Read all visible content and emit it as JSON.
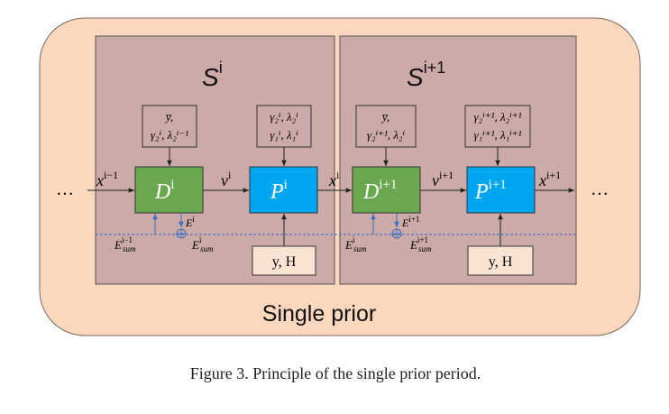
{
  "colors": {
    "outer_fill": "#fad7bd",
    "outer_stroke": "#7a6a5a",
    "stage_fill": "#cbaaa8",
    "stage_stroke": "#555555",
    "d_block": "#6aa84f",
    "p_block": "#00a6f0",
    "dashed_line": "#3b6fc2",
    "sum_node": "#3b6fc2"
  },
  "ellipsis_left": "…",
  "ellipsis_right": "…",
  "stage_i": {
    "title_base": "S",
    "title_sup": "i",
    "param_d": {
      "line1": "y̅,",
      "line2": "γ₂ⁱ, λ₂ⁱ⁻¹"
    },
    "param_p": {
      "line1": "γ₂ⁱ, λ₂ⁱ",
      "line2": "γ₁ⁱ, λ₁ⁱ"
    },
    "d_block": {
      "base": "D",
      "sup": "i"
    },
    "p_block": {
      "base": "P",
      "sup": "i"
    },
    "input_var": {
      "base": "x",
      "sup": "i−1"
    },
    "mid_var": {
      "base": "v",
      "sup": "i"
    },
    "err_label": {
      "base": "E",
      "sup": "i"
    },
    "sum_in": {
      "base": "E",
      "sup": "i−1",
      "sub": "sum"
    },
    "sum_out": {
      "base": "E",
      "sup": "i",
      "sub": "sum"
    },
    "yh": "y, H"
  },
  "stage_next": {
    "title_base": "S",
    "title_sup": "i+1",
    "param_d": {
      "line1": "y̅,",
      "line2": "γ₂ⁱ⁺¹, λ₂ⁱ"
    },
    "param_p": {
      "line1": "γ₂ⁱ⁺¹, λ₂ⁱ⁺¹",
      "line2": "γ₁ⁱ⁺¹, λ₁ⁱ⁺¹"
    },
    "d_block": {
      "base": "D",
      "sup": "i+1"
    },
    "p_block": {
      "base": "P",
      "sup": "i+1"
    },
    "input_var": {
      "base": "x",
      "sup": "i"
    },
    "mid_var": {
      "base": "v",
      "sup": "i+1"
    },
    "output_var": {
      "base": "x",
      "sup": "i+1"
    },
    "err_label": {
      "base": "E",
      "sup": "i+1"
    },
    "sum_in": {
      "base": "E",
      "sup": "i",
      "sub": "sum"
    },
    "sum_out": {
      "base": "E",
      "sup": "i+1",
      "sub": "sum"
    },
    "yh": "y, H"
  },
  "panel_label": "Single prior",
  "caption": "Figure 3. Principle of the single prior period."
}
